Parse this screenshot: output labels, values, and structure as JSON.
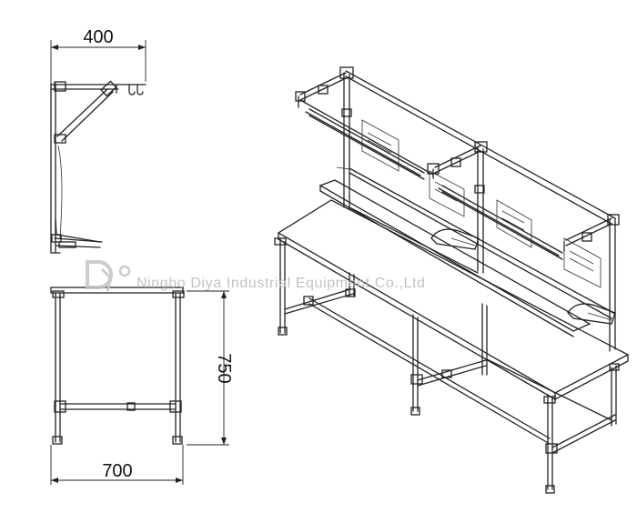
{
  "dimensions": {
    "top_width": "400",
    "bottom_width": "700",
    "height": "750"
  },
  "watermark": {
    "company": "Ningbo Diya Industrial Equipment Co.,Ltd"
  },
  "colors": {
    "line": "#222222",
    "watermark": "#b9b9b9",
    "background": "#ffffff"
  }
}
